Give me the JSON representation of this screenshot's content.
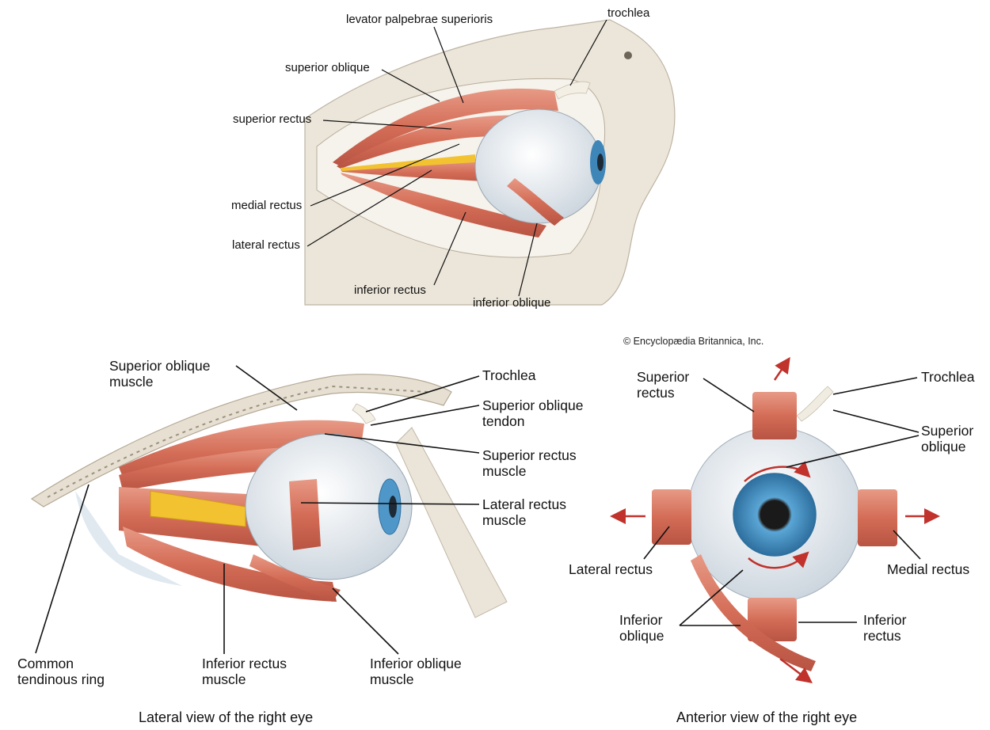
{
  "top_diagram": {
    "labels": {
      "levator": "levator palpebrae superioris",
      "trochlea": "trochlea",
      "superior_oblique": "superior oblique",
      "superior_rectus": "superior rectus",
      "medial_rectus": "medial rectus",
      "lateral_rectus": "lateral rectus",
      "inferior_rectus": "inferior rectus",
      "inferior_oblique": "inferior oblique"
    }
  },
  "copyright": "© Encyclopædia Britannica, Inc.",
  "lateral_view": {
    "caption": "Lateral view of the right eye",
    "labels": {
      "superior_oblique_muscle": "Superior oblique\nmuscle",
      "trochlea": "Trochlea",
      "superior_oblique_tendon": "Superior oblique\ntendon",
      "superior_rectus_muscle": "Superior rectus\nmuscle",
      "lateral_rectus_muscle": "Lateral rectus\nmuscle",
      "common_tendinous_ring": "Common\ntendinous ring",
      "inferior_rectus_muscle": "Inferior rectus\nmuscle",
      "inferior_oblique_muscle": "Inferior oblique\nmuscle"
    }
  },
  "anterior_view": {
    "caption": "Anterior view of the right eye",
    "labels": {
      "superior_rectus": "Superior\nrectus",
      "trochlea": "Trochlea",
      "superior_oblique": "Superior\noblique",
      "lateral_rectus": "Lateral rectus",
      "medial_rectus": "Medial rectus",
      "inferior_oblique": "Inferior\noblique",
      "inferior_rectus": "Inferior\nrectus"
    }
  },
  "colors": {
    "muscle": "#d9705a",
    "muscle_light": "#e9a08c",
    "bone": "#e8e2d6",
    "nerve": "#f2c230",
    "sclera": "#f1f4f7",
    "iris": "#4f97c9",
    "arrow": "#c0322b"
  }
}
